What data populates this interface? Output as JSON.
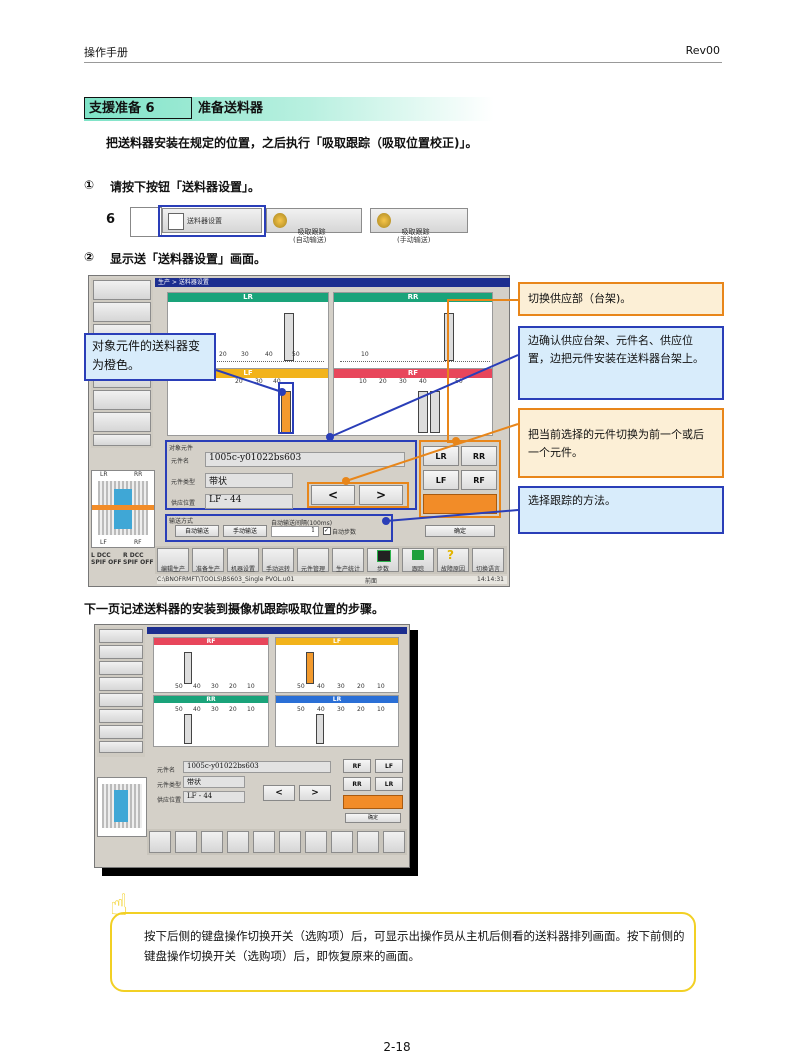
{
  "header": {
    "left": "操作手册",
    "right": "Rev00"
  },
  "section": {
    "label": "支援准备 6",
    "title": "准备送料器"
  },
  "intro": "把送料器安装在规定的位置，之后执行「吸取跟踪（吸取位置校正)」。",
  "step1": {
    "num": "①",
    "text": "请按下按钮「送料器设置」。"
  },
  "button_row": {
    "index": "6",
    "buttons": [
      {
        "label": "送料器设置"
      },
      {
        "label": "吸取跟踪\n(自动输送)"
      },
      {
        "label": "吸取跟踪\n(手动输送)"
      }
    ]
  },
  "step2": {
    "num": "②",
    "text": "显示送「送料器设置」画面。"
  },
  "screen1": {
    "title_bar": "生产 > 送料器设置",
    "panels": [
      {
        "name": "LR",
        "color": "#1aa37a"
      },
      {
        "name": "RR",
        "color": "#1aa37a"
      },
      {
        "name": "LF",
        "color": "#f2b31b"
      },
      {
        "name": "RF",
        "color": "#e8465b"
      }
    ],
    "scale_labels": [
      "20",
      "30",
      "40",
      "50"
    ],
    "scale_labels_rr": [
      "10"
    ],
    "target_section": "对象元件",
    "fields": [
      {
        "label": "元件名",
        "value": "1005c-y01022bs603"
      },
      {
        "label": "元件类型",
        "value": "带状"
      },
      {
        "label": "供应位置",
        "value": "LF - 44"
      }
    ],
    "nav": {
      "prev": "<",
      "next": ">"
    },
    "side_buttons": [
      "LR",
      "RR",
      "LF",
      "RF"
    ],
    "tracking_label": "输送方式",
    "tracking_buttons": [
      "自动输送",
      "手动输送"
    ],
    "interval_label": "自动输送间隔(100ms)",
    "interval_value": "1",
    "auto_label": "自动步数",
    "confirm": "确定",
    "mini_labels": [
      "LR",
      "RR",
      "LF",
      "RF"
    ],
    "status_left": "L DCC\nSPIF OFF",
    "status_right": "R DCC\nSPIF OFF",
    "status_bar": "C:\\BNOFRMFT\\TOOLS\\BS603_Single PVOL.u01",
    "status_mid": "前面",
    "status_time": "14:14:31",
    "bottom_buttons": [
      "编辑生产",
      "准备生产",
      "机器设置",
      "手动运转",
      "元件管理",
      "生产统计",
      "步数",
      "跟踪",
      "故障原因",
      "切换语言"
    ]
  },
  "callouts": {
    "orange_feeder": "对象元件的送料器变为橙色。",
    "switch_supply": "切换供应部（台架)。",
    "confirm_info": "边确认供应台架、元件名、供应位置，边把元件安装在送料器台架上。",
    "switch_part": "把当前选择的元件切换为前一个或后一个元件。",
    "select_tracking": "选择跟踪的方法。"
  },
  "next_page": "下一页记述送料器的安装到摄像机跟踪吸取位置的步骤。",
  "screen2": {
    "panels": [
      {
        "name": "RF",
        "color": "#e8465b"
      },
      {
        "name": "LF",
        "color": "#f2b31b"
      },
      {
        "name": "RR",
        "color": "#1aa37a"
      },
      {
        "name": "LR",
        "color": "#2a6fd6"
      }
    ],
    "scale_labels": [
      "50",
      "40",
      "30",
      "20",
      "10"
    ],
    "fields": [
      {
        "label": "元件名",
        "value": "1005c-y01022bs603"
      },
      {
        "label": "元件类型",
        "value": "带状"
      },
      {
        "label": "供应位置",
        "value": "LF - 44"
      }
    ],
    "side_buttons": [
      "RF",
      "LF",
      "RR",
      "LR"
    ],
    "nav": {
      "prev": "<",
      "next": ">"
    },
    "confirm": "确定"
  },
  "note": "按下后侧的键盘操作切换开关（选购项）后，可显示出操作员从主机后侧看的送料器排列画面。按下前侧的键盘操作切换开关（选购项）后，即恢复原来的画面。",
  "footer": {
    "page": "2-18"
  }
}
